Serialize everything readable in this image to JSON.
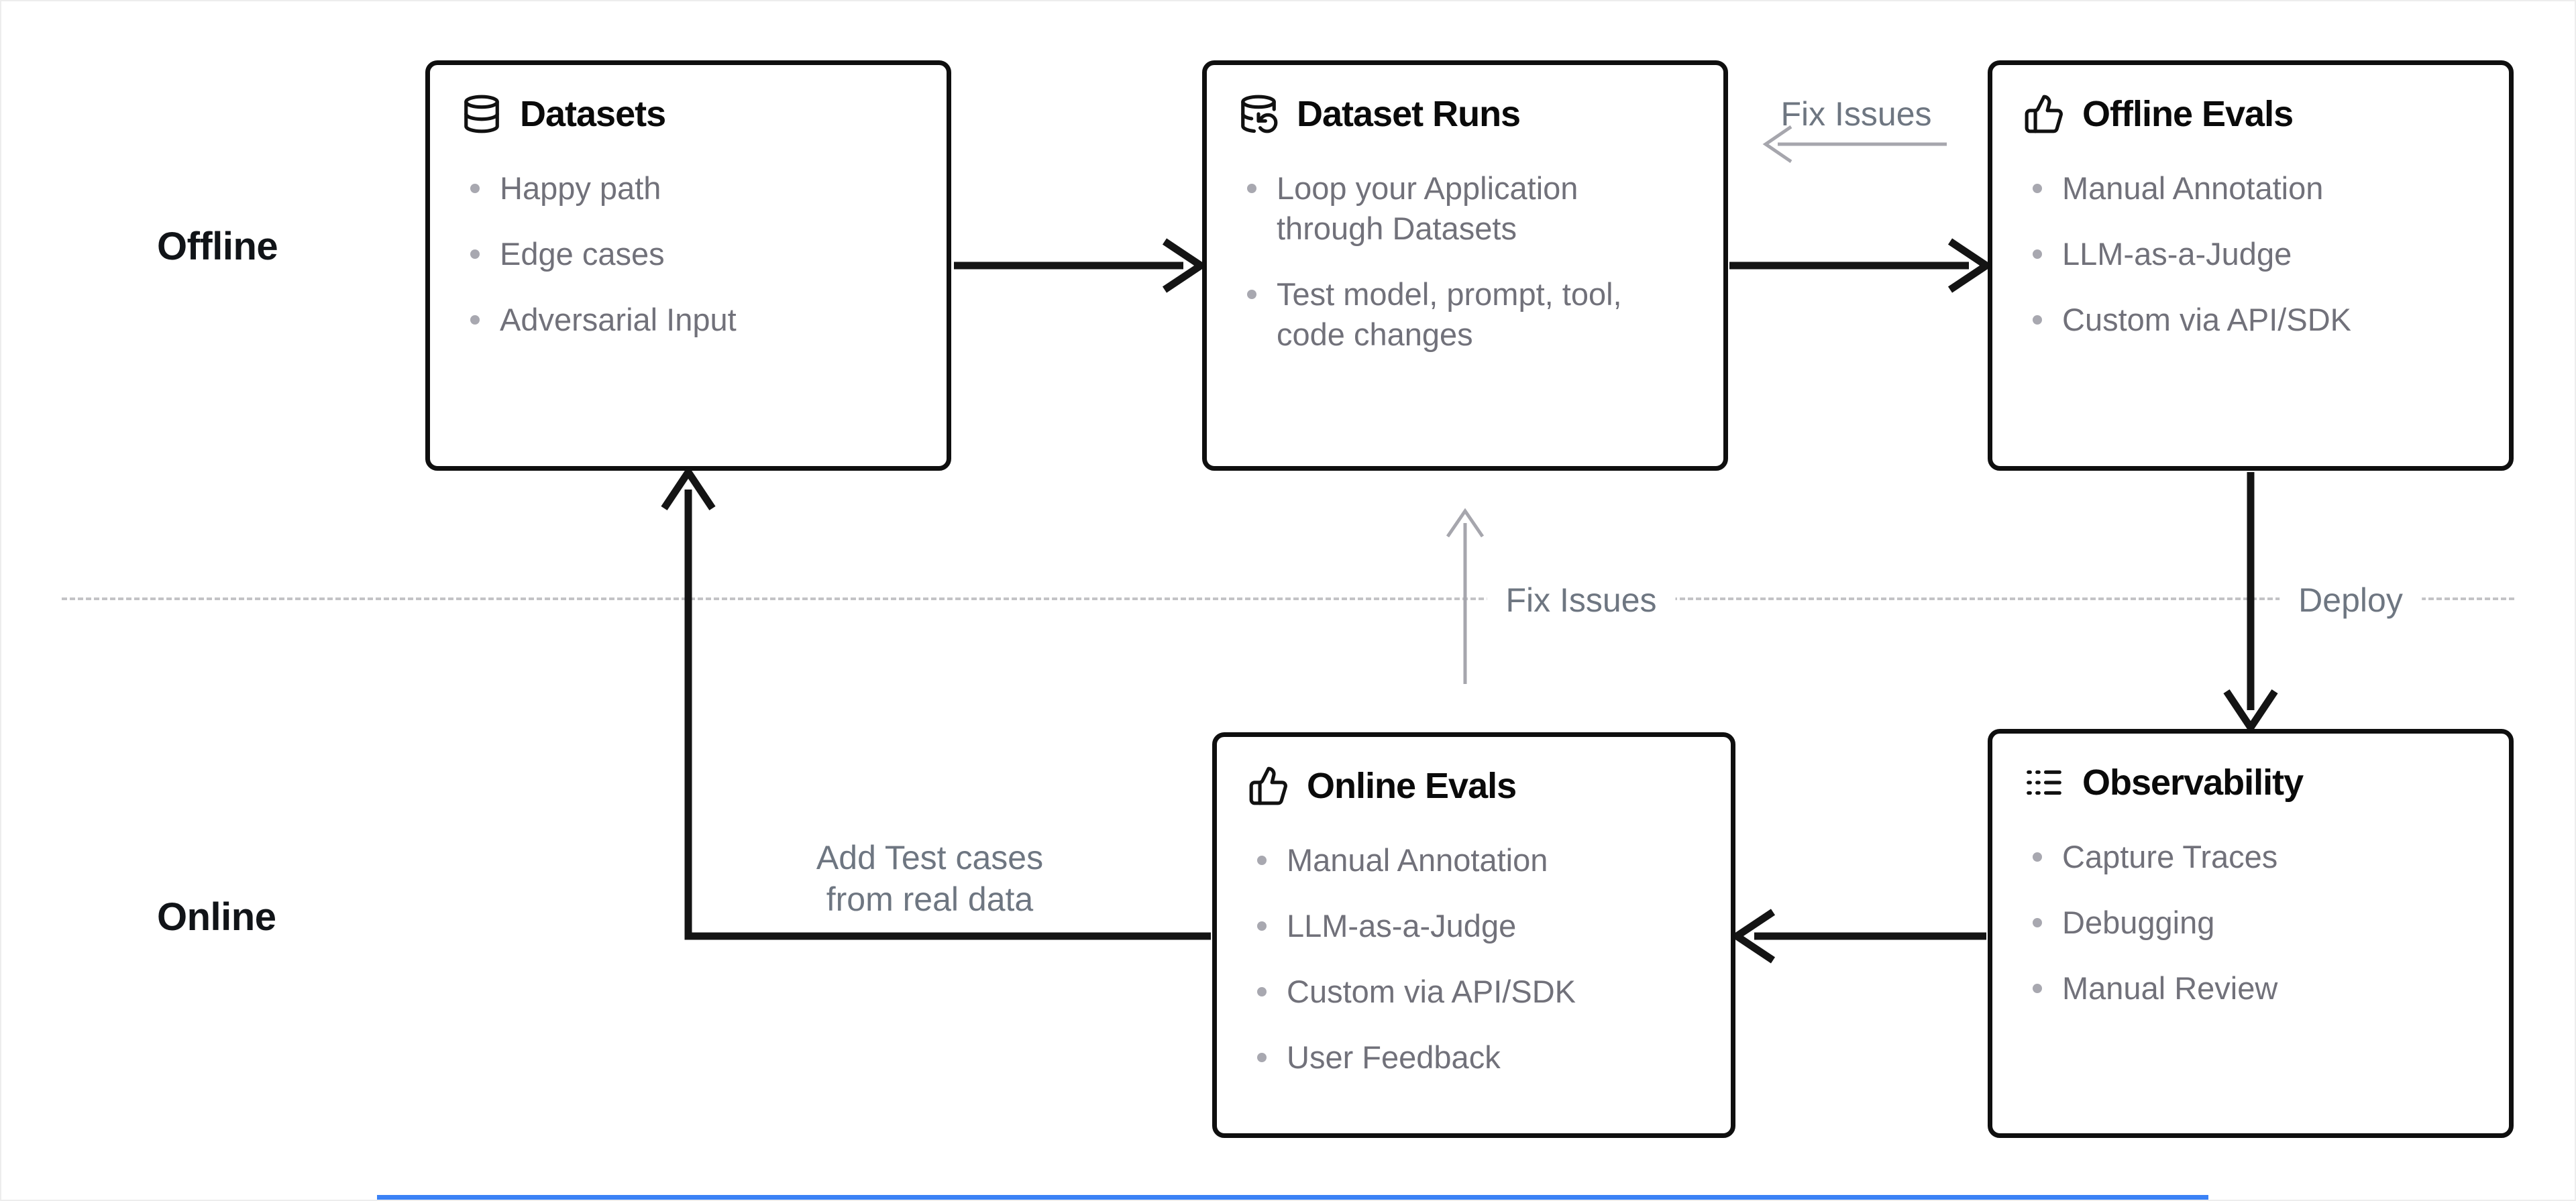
{
  "diagram": {
    "lanes": {
      "offline": "Offline",
      "online": "Online"
    },
    "boxes": {
      "datasets": {
        "title": "Datasets",
        "items": [
          "Happy path",
          "Edge cases",
          "Adversarial Input"
        ]
      },
      "dataset_runs": {
        "title": "Dataset Runs",
        "items": [
          "Loop your Application\nthrough Datasets",
          "Test model, prompt, tool,\ncode changes"
        ]
      },
      "offline_evals": {
        "title": "Offline Evals",
        "items": [
          "Manual Annotation",
          "LLM-as-a-Judge",
          "Custom via API/SDK"
        ]
      },
      "online_evals": {
        "title": "Online Evals",
        "items": [
          "Manual Annotation",
          "LLM-as-a-Judge",
          "Custom via API/SDK",
          "User Feedback"
        ]
      },
      "observability": {
        "title": "Observability",
        "items": [
          "Capture Traces",
          "Debugging",
          "Manual Review"
        ]
      }
    },
    "edge_labels": {
      "fix_issues_top": "Fix Issues",
      "fix_issues_mid": "Fix Issues",
      "deploy": "Deploy",
      "add_test_cases": "Add Test cases\nfrom real data"
    },
    "colors": {
      "box_border": "#0f0f0f",
      "muted_text": "#71717a",
      "gray_arrow": "#a6a6ad",
      "accent_blue": "#3b82f6"
    }
  }
}
